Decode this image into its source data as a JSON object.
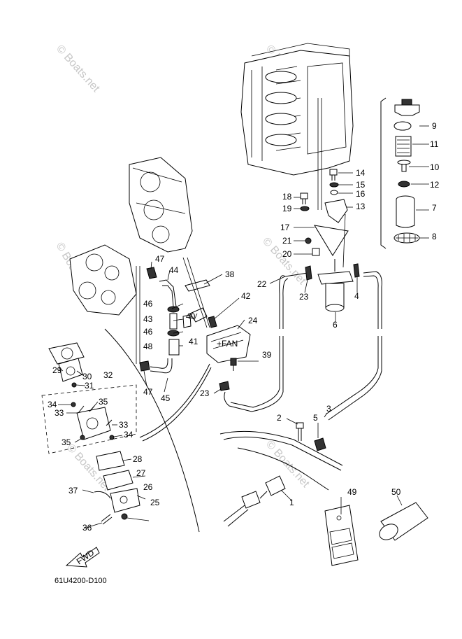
{
  "watermarks": [
    "© Boats.net",
    "© Boats.net",
    "© Boats.net",
    "© Boats.net",
    "© Boats.net",
    "© Boats.net"
  ],
  "callouts": [
    "1",
    "2",
    "3",
    "4",
    "5",
    "6",
    "7",
    "8",
    "9",
    "10",
    "11",
    "12",
    "13",
    "14",
    "15",
    "16",
    "17",
    "18",
    "19",
    "20",
    "21",
    "22",
    "23",
    "23",
    "24",
    "25",
    "26",
    "27",
    "28",
    "29",
    "30",
    "31",
    "32",
    "33",
    "33",
    "34",
    "34",
    "35",
    "35",
    "36",
    "37",
    "38",
    "39",
    "40",
    "41",
    "42",
    "43",
    "44",
    "45",
    "46",
    "46",
    "47",
    "47",
    "48",
    "49",
    "50"
  ],
  "fwd_label": "FWD",
  "diagram_code": "61U4200-D100"
}
